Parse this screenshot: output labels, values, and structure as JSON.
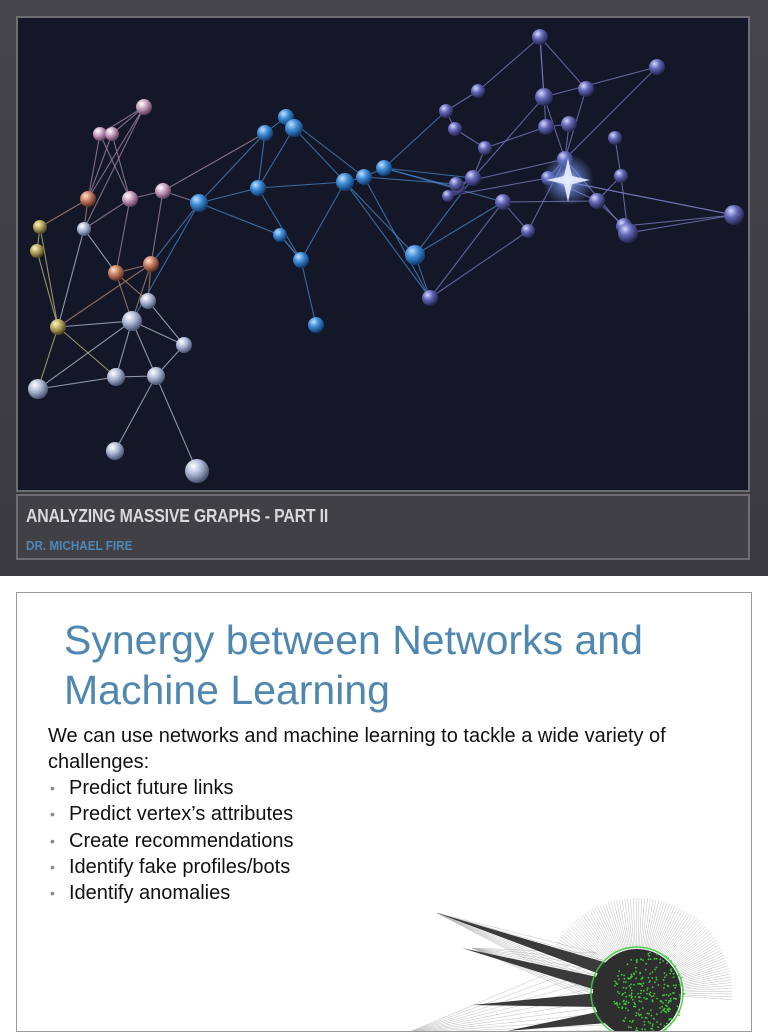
{
  "slide1": {
    "title": "ANALYZING MASSIVE GRAPHS - PART II",
    "subtitle": "DR. MICHAEL FIRE"
  },
  "slide2": {
    "title": "Synergy between Networks and Machine Learning",
    "intro": "We can use networks and machine learning to tackle a wide variety of challenges:",
    "bullets": [
      "Predict future links",
      "Predict vertex’s attributes",
      "Create recommendations",
      "Identify fake profiles/bots",
      "Identify anomalies"
    ]
  },
  "colors": {
    "title_blue": "#4f87b1",
    "graph_background": "#131727",
    "green_cluster": "#3dcc3d"
  }
}
